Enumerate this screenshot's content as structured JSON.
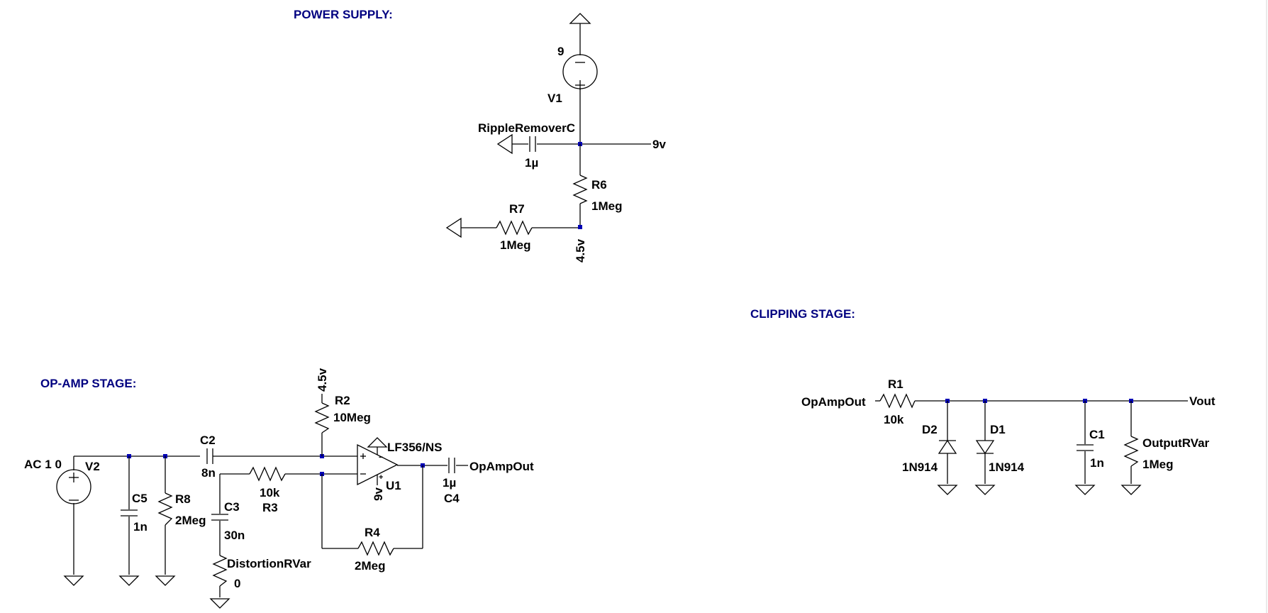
{
  "sections": {
    "power": "POWER SUPPLY:",
    "opamp": "OP-AMP STAGE:",
    "clipping": "CLIPPING STAGE:"
  },
  "components": {
    "v1": {
      "name": "V1",
      "value": "9"
    },
    "ripple": {
      "name": "RippleRemoverC",
      "value": "1µ"
    },
    "r6": {
      "name": "R6",
      "value": "1Meg"
    },
    "r7": {
      "name": "R7",
      "value": "1Meg"
    },
    "v2": {
      "name": "V2",
      "value": "AC 1 0"
    },
    "c5": {
      "name": "C5",
      "value": "1n"
    },
    "r8": {
      "name": "R8",
      "value": "2Meg"
    },
    "c2": {
      "name": "C2",
      "value": "8n"
    },
    "c3": {
      "name": "C3",
      "value": "30n"
    },
    "rdist": {
      "name": "DistortionRVar",
      "value": "0"
    },
    "r3": {
      "name": "R3",
      "value": "10k"
    },
    "r2": {
      "name": "R2",
      "value": "10Meg"
    },
    "u1": {
      "name": "U1",
      "value": "LF356/NS"
    },
    "r4": {
      "name": "R4",
      "value": "2Meg"
    },
    "c4": {
      "name": "C4",
      "value": "1µ"
    },
    "r1": {
      "name": "R1",
      "value": "10k"
    },
    "d2": {
      "name": "D2",
      "value": "1N914"
    },
    "d1": {
      "name": "D1",
      "value": "1N914"
    },
    "c1": {
      "name": "C1",
      "value": "1n"
    },
    "rout": {
      "name": "OutputRVar",
      "value": "1Meg"
    }
  },
  "nets": {
    "v9": "9v",
    "v45_bias": "4.5v",
    "v45_r2": "4.5v",
    "v9_opamp": "9v",
    "opamp_out": "OpAmpOut",
    "clip_in": "OpAmpOut",
    "vout": "Vout"
  },
  "colors": {
    "header": "#000080",
    "junction": "#0000b4",
    "wire": "#000000"
  }
}
